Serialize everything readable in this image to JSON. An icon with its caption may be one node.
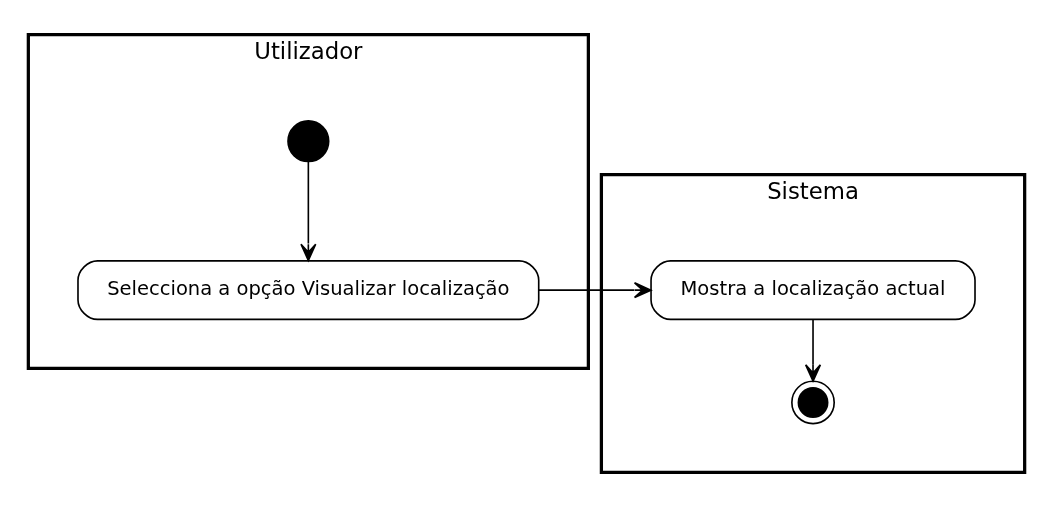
{
  "diagram": {
    "nodes": [
      {
        "text": [
          "Utilizador"
        ]
      },
      {
        "text": [
          "Sistema"
        ]
      },
      {
        "text": [],
        "shape": "circle",
        "in": 0
      },
      {
        "text": [
          "Selecciona a opção Visualizar localização"
        ],
        "in": 0
      },
      {
        "text": [
          "Mostra a localização actual"
        ],
        "in": 1
      },
      {
        "text": [],
        "shape": "bullseye",
        "in": 1
      }
    ],
    "edges": [
      {
        "from": 2,
        "to": 3,
        "arrow": "to"
      },
      {
        "from": 3,
        "to": 4,
        "arrow": "to"
      },
      {
        "from": 4,
        "to": 5,
        "arrow": "to"
      }
    ]
  }
}
